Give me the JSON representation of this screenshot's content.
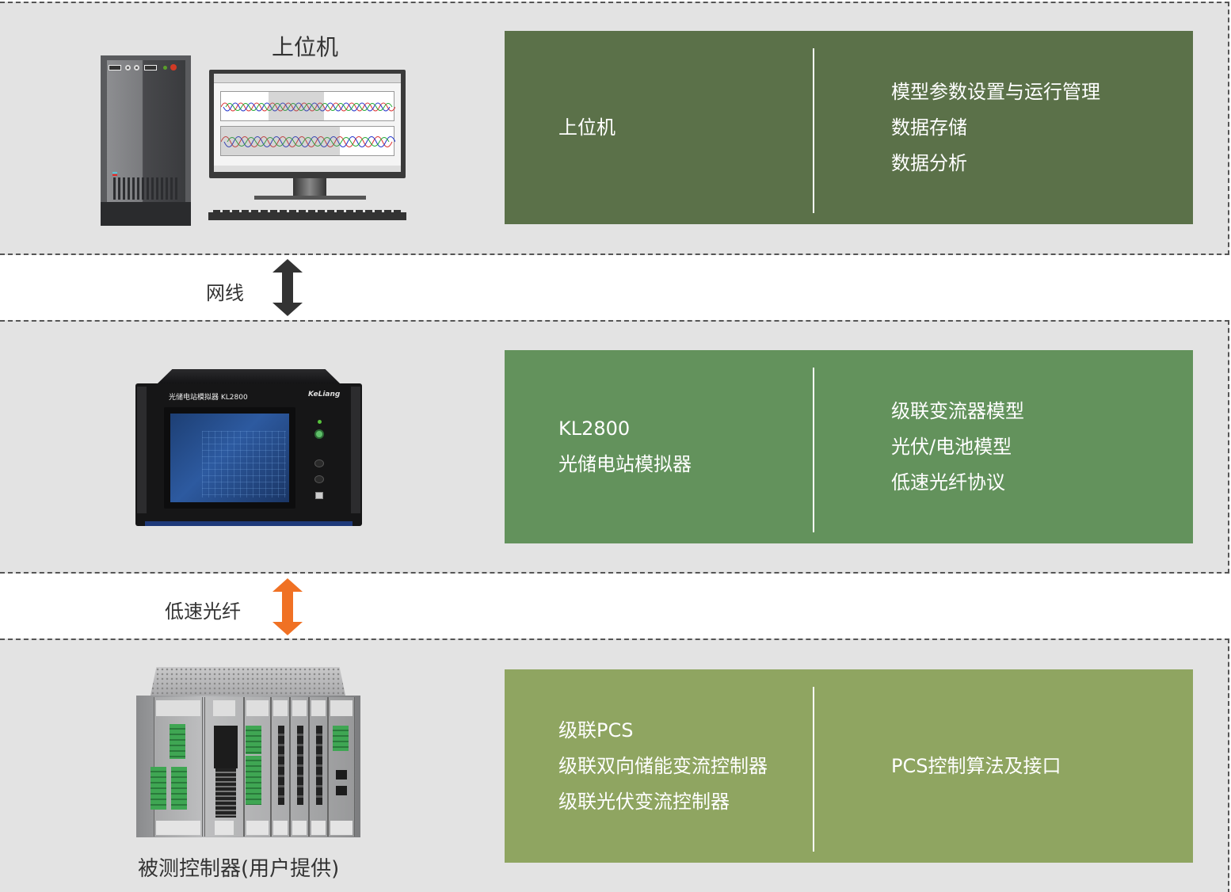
{
  "colors": {
    "band_bg": "#e3e3e3",
    "dash": "#555555",
    "panel_host": "#5b7149",
    "panel_simulator": "#63925c",
    "panel_controller": "#8fa561",
    "arrow_ethernet": "#333333",
    "arrow_fiber": "#f07124",
    "text_dark": "#333333",
    "text_light": "#ffffff"
  },
  "tiers": [
    {
      "id": "host",
      "device_title": "上位机",
      "device_icon": "desktop-computer-icon",
      "panel": {
        "left_lines": [
          "上位机"
        ],
        "right_lines": [
          "模型参数设置与运行管理",
          "数据存储",
          "数据分析"
        ]
      }
    },
    {
      "id": "simulator",
      "device_icon": "rack-simulator-icon",
      "device_front_label": "光储电站模拟器 KL2800",
      "device_logo": "KeLiang",
      "panel": {
        "left_lines": [
          "KL2800",
          "光储电站模拟器"
        ],
        "right_lines": [
          "级联变流器模型",
          "光伏/电池模型",
          "低速光纤协议"
        ]
      }
    },
    {
      "id": "controller",
      "device_icon": "controller-chassis-icon",
      "device_caption": "被测控制器(用户提供)",
      "panel": {
        "left_lines": [
          "级联PCS",
          "级联双向储能变流控制器",
          "级联光伏变流控制器"
        ],
        "right_lines": [
          "PCS控制算法及接口"
        ]
      }
    }
  ],
  "connections": [
    {
      "label": "网线",
      "icon": "double-arrow-vertical-icon",
      "color": "#333333"
    },
    {
      "label": "低速光纤",
      "icon": "double-arrow-vertical-icon",
      "color": "#f07124"
    }
  ]
}
